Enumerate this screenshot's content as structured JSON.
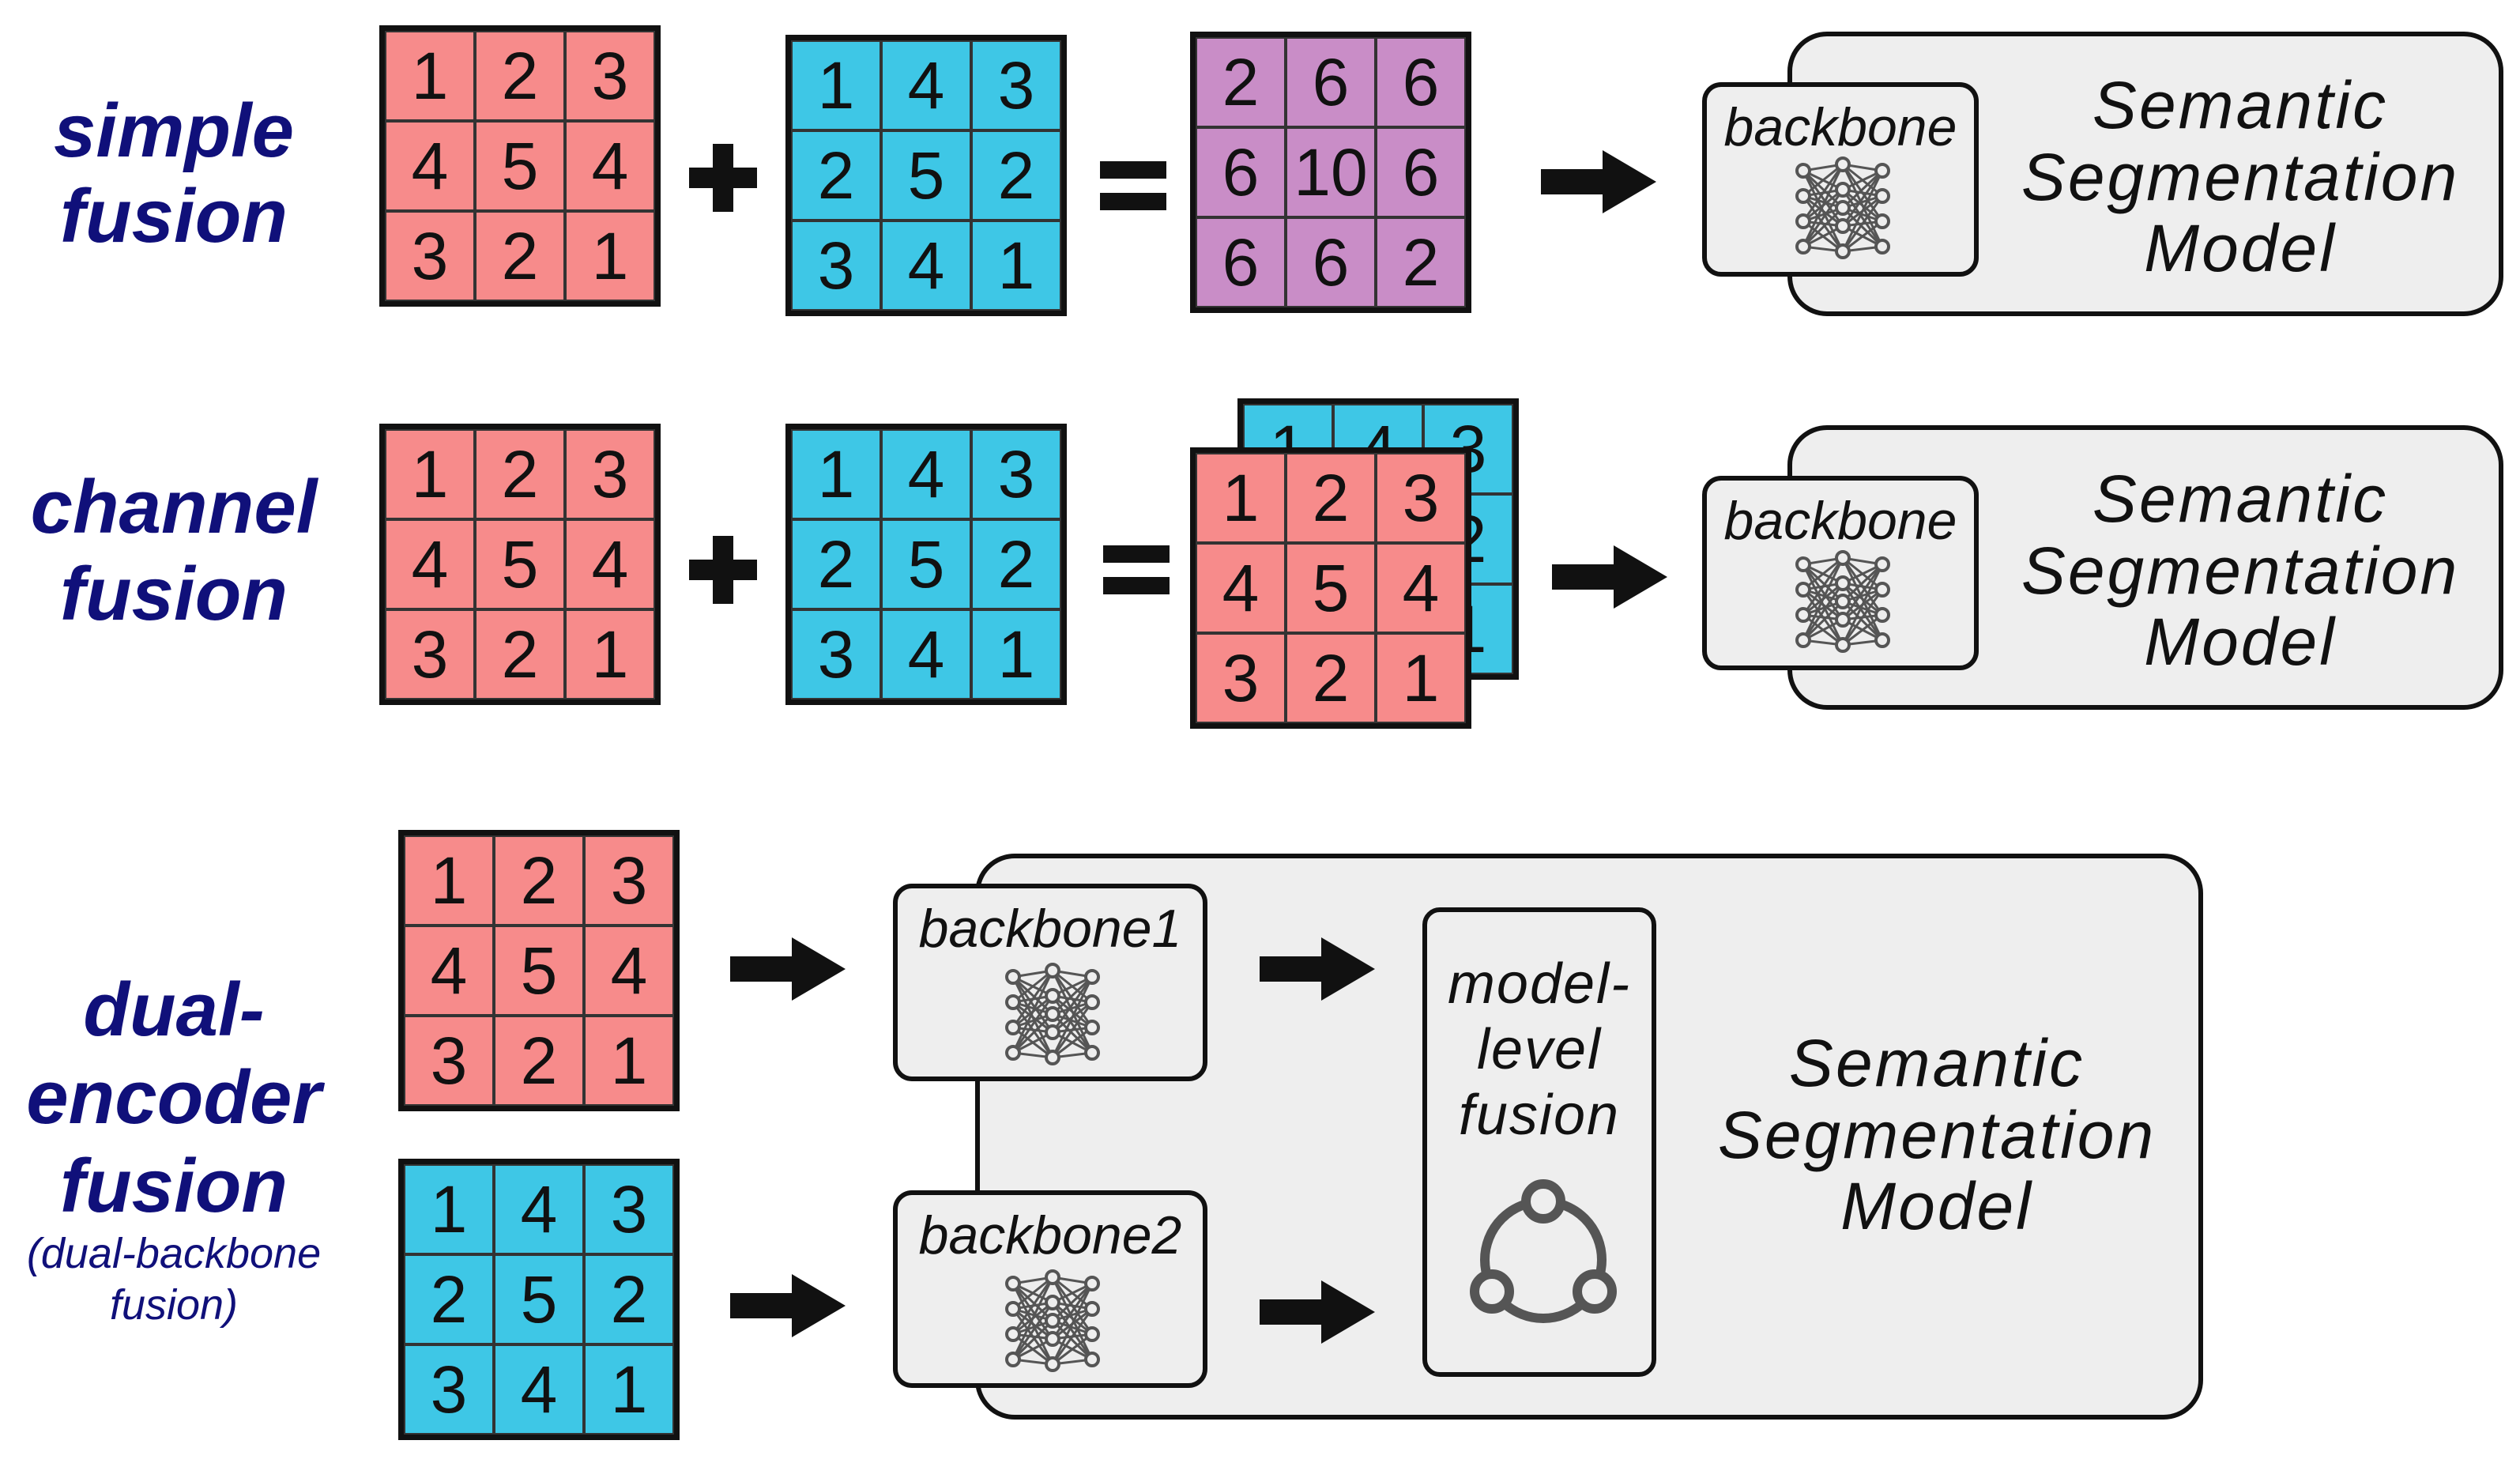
{
  "rows": {
    "simple": {
      "label_line1": "simple",
      "label_line2": "fusion"
    },
    "channel": {
      "label_line1": "channel",
      "label_line2": "fusion"
    },
    "dual": {
      "label_line1": "dual-",
      "label_line2": "encoder",
      "label_line3": "fusion",
      "sub_line1": "(dual-backbone",
      "sub_line2": "fusion)"
    }
  },
  "matrices": {
    "red": [
      "1",
      "2",
      "3",
      "4",
      "5",
      "4",
      "3",
      "2",
      "1"
    ],
    "blue": [
      "1",
      "4",
      "3",
      "2",
      "5",
      "2",
      "3",
      "4",
      "1"
    ],
    "sum": [
      "2",
      "6",
      "6",
      "6",
      "10",
      "6",
      "6",
      "6",
      "2"
    ]
  },
  "model": {
    "line1": "Semantic",
    "line2": "Segmentation",
    "line3": "Model",
    "backbone": "backbone",
    "backbone1": "backbone1",
    "backbone2": "backbone2",
    "fusion_line1": "model-",
    "fusion_line2": "level",
    "fusion_line3": "fusion"
  },
  "colors": {
    "red": "#f78b8b",
    "blue": "#3ec7e6",
    "purple": "#c98dc7",
    "label": "#10107a",
    "model_fill": "#eeeeee"
  }
}
